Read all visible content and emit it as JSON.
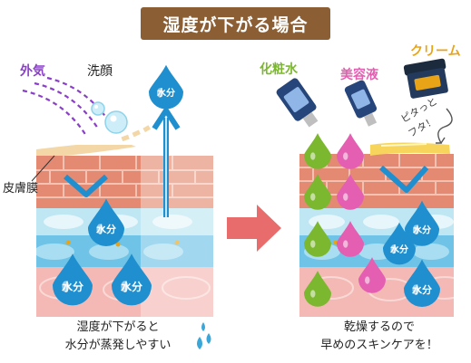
{
  "title": "湿度が下がる場合",
  "left": {
    "outside_air": "外気",
    "face_wash": "洗顔",
    "sebum_film": "皮膚膜",
    "water": "水分",
    "caption_line1": "湿度が下がると",
    "caption_line2": "水分が蒸発しやすい"
  },
  "right": {
    "toner": "化粧水",
    "serum": "美容液",
    "cream": "クリーム",
    "seal_line1": "ピタっと",
    "seal_line2": "フタ！",
    "water": "水分",
    "caption_line1": "乾燥するので",
    "caption_line2": "早めのスキンケアを！"
  },
  "colors": {
    "title_bg": "#8b5e34",
    "outside_air": "#8a3fc7",
    "toner": "#7cb82f",
    "serum": "#e45fb2",
    "cream": "#e8a317",
    "water_drop": "#1f8fcf",
    "arrow": "#e86c6c"
  }
}
